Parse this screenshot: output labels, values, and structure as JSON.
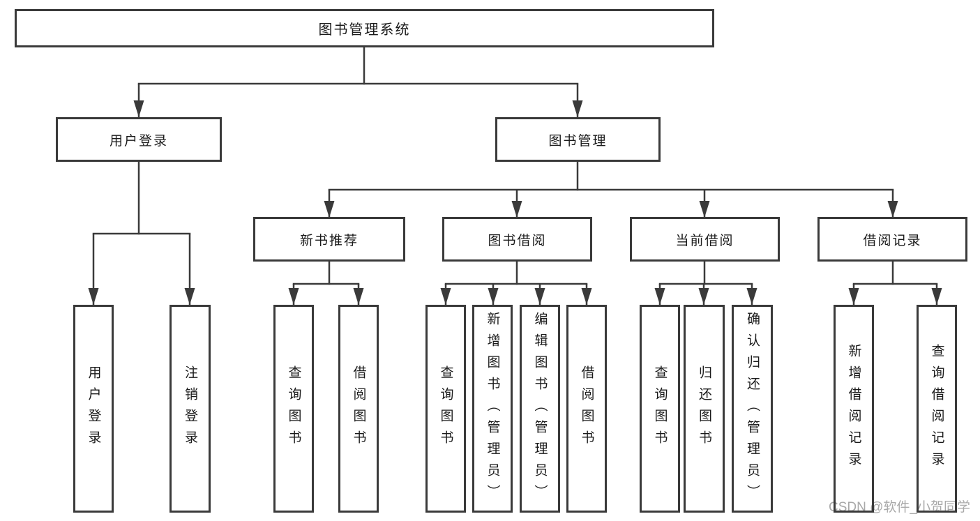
{
  "diagram": {
    "root": {
      "label": "图书管理系统"
    },
    "branches": [
      {
        "label": "用户登录",
        "children": [
          {
            "label": "用户登录"
          },
          {
            "label": "注销登录"
          }
        ]
      },
      {
        "label": "图书管理",
        "children": [
          {
            "label": "新书推荐",
            "children": [
              {
                "label": "查询图书"
              },
              {
                "label": "借阅图书"
              }
            ]
          },
          {
            "label": "图书借阅",
            "children": [
              {
                "label": "查询图书"
              },
              {
                "label": "新增图书（管理员）"
              },
              {
                "label": "编辑图书（管理员）"
              },
              {
                "label": "借阅图书"
              }
            ]
          },
          {
            "label": "当前借阅",
            "children": [
              {
                "label": "查询图书"
              },
              {
                "label": "归还图书"
              },
              {
                "label": "确认归还（管理员）"
              }
            ]
          },
          {
            "label": "借阅记录",
            "children": [
              {
                "label": "新增借阅记录"
              },
              {
                "label": "查询借阅记录"
              }
            ]
          }
        ]
      }
    ]
  },
  "watermark": "CSDN @软件_小贺同学",
  "colors": {
    "line": "#3a3a3a",
    "box_border": "#3a3a3a",
    "text": "#1a1a1a",
    "watermark": "#a9a9a9",
    "background": "#ffffff"
  }
}
